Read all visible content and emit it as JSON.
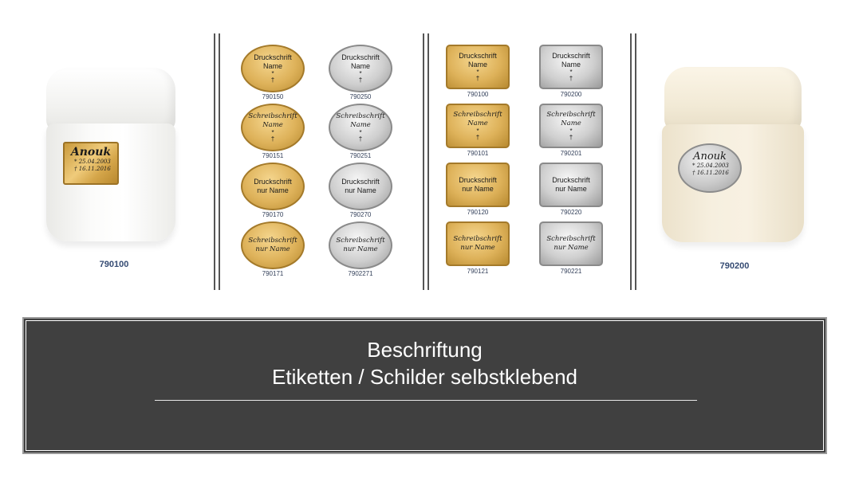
{
  "urns": [
    {
      "code": "790100",
      "plate": {
        "name": "Anouk",
        "born": "* 25.04.2003",
        "died": "† 16.11.2016"
      }
    },
    {
      "code": "790200",
      "plate": {
        "name": "Anouk",
        "born": "* 25.04.2003",
        "died": "† 16.11.2016"
      }
    }
  ],
  "oval_labels": [
    {
      "line1": "Druckschrift",
      "line2": "Name",
      "symbols": [
        "*",
        "†"
      ],
      "code": "790150",
      "finish": "gold",
      "font": "print"
    },
    {
      "line1": "Druckschrift",
      "line2": "Name",
      "symbols": [
        "*",
        "†"
      ],
      "code": "790250",
      "finish": "silver",
      "font": "print"
    },
    {
      "line1": "Schreibschrift",
      "line2": "Name",
      "symbols": [
        "*",
        "†"
      ],
      "code": "790151",
      "finish": "gold",
      "font": "script"
    },
    {
      "line1": "Schreibschrift",
      "line2": "Name",
      "symbols": [
        "*",
        "†"
      ],
      "code": "790251",
      "finish": "silver",
      "font": "script"
    },
    {
      "line1": "Druckschrift",
      "line2": "nur Name",
      "symbols": [],
      "code": "790170",
      "finish": "gold",
      "font": "print"
    },
    {
      "line1": "Druckschrift",
      "line2": "nur Name",
      "symbols": [],
      "code": "790270",
      "finish": "silver",
      "font": "print"
    },
    {
      "line1": "Schreibschrift",
      "line2": "nur Name",
      "symbols": [],
      "code": "790171",
      "finish": "gold",
      "font": "script"
    },
    {
      "line1": "Schreibschrift",
      "line2": "nur Name",
      "symbols": [],
      "code": "7902271",
      "finish": "silver",
      "font": "script"
    }
  ],
  "rect_labels": [
    {
      "line1": "Druckschrift",
      "line2": "Name",
      "symbols": [
        "*",
        "†"
      ],
      "code": "790100",
      "finish": "gold",
      "font": "print"
    },
    {
      "line1": "Druckschrift",
      "line2": "Name",
      "symbols": [
        "*",
        "†"
      ],
      "code": "790200",
      "finish": "silver",
      "font": "print"
    },
    {
      "line1": "Schreibschrift",
      "line2": "Name",
      "symbols": [
        "*",
        "†"
      ],
      "code": "790101",
      "finish": "gold",
      "font": "script"
    },
    {
      "line1": "Schreibschrift",
      "line2": "Name",
      "symbols": [
        "*",
        "†"
      ],
      "code": "790201",
      "finish": "silver",
      "font": "script"
    },
    {
      "line1": "Druckschrift",
      "line2": "nur Name",
      "symbols": [],
      "code": "790120",
      "finish": "gold",
      "font": "print"
    },
    {
      "line1": "Druckschrift",
      "line2": "nur Name",
      "symbols": [],
      "code": "790220",
      "finish": "silver",
      "font": "print"
    },
    {
      "line1": "Schreibschrift",
      "line2": "nur Name",
      "symbols": [],
      "code": "790121",
      "finish": "gold",
      "font": "script"
    },
    {
      "line1": "Schreibschrift",
      "line2": "nur Name",
      "symbols": [],
      "code": "790221",
      "finish": "silver",
      "font": "script"
    }
  ],
  "banner": {
    "title_line1": "Beschriftung",
    "title_line2": "Etiketten / Schilder selbstklebend"
  },
  "colors": {
    "panel_bg": "#404040",
    "gold": "#deb25a",
    "silver": "#cfcfcf",
    "code_text": "#354b73"
  }
}
